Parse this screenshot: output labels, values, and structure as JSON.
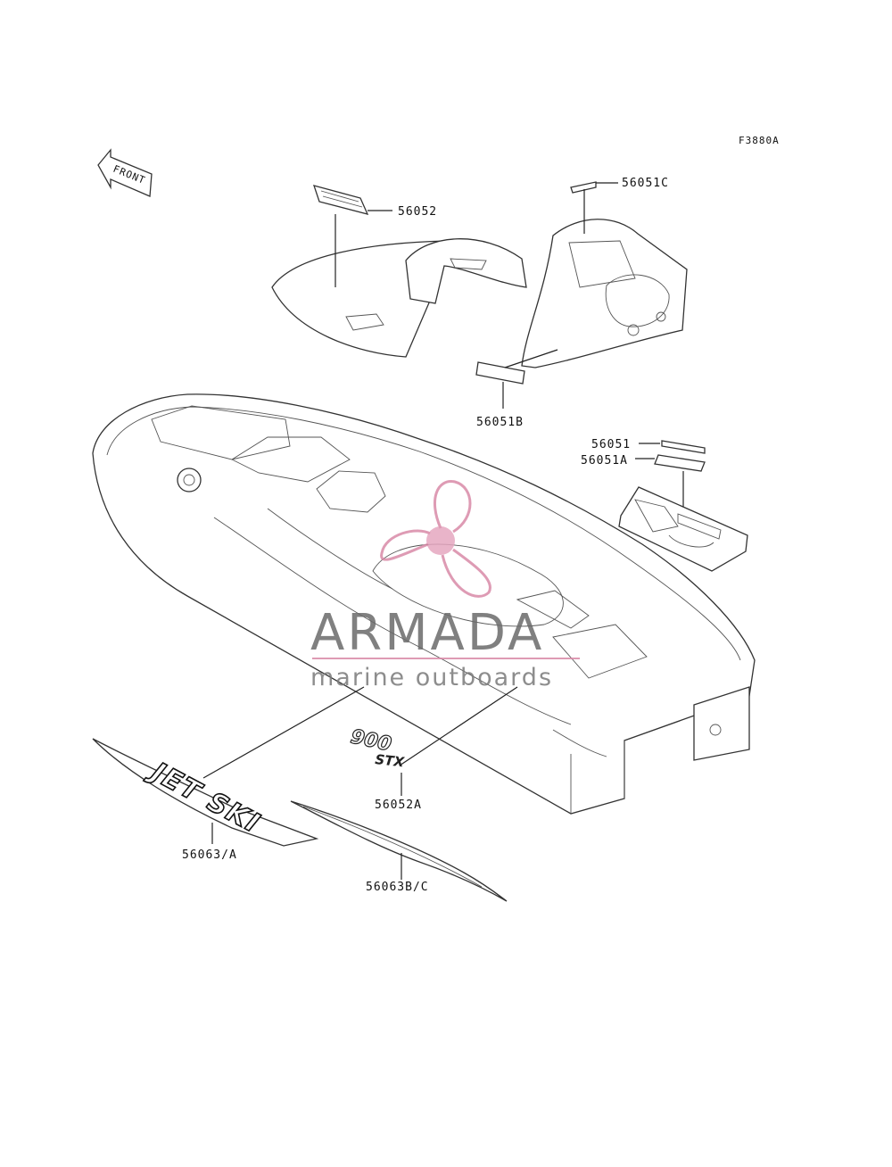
{
  "figure_code": "F3880A",
  "front_indicator": "FRONT",
  "part_labels": {
    "p56052": "56052",
    "p56051C": "56051C",
    "p56051B": "56051B",
    "p56051": "56051",
    "p56051A": "56051A",
    "p56052A": "56052A",
    "p56063A": "56063/A",
    "p56063BC": "56063B/C"
  },
  "decal_text": {
    "model_badge_top": "900",
    "model_badge_bottom": "STX",
    "hull_logo": "JET SKI"
  },
  "watermark": {
    "title": "ARMADA",
    "subtitle": "marine outboards",
    "accent_color": "#d98aa8"
  }
}
